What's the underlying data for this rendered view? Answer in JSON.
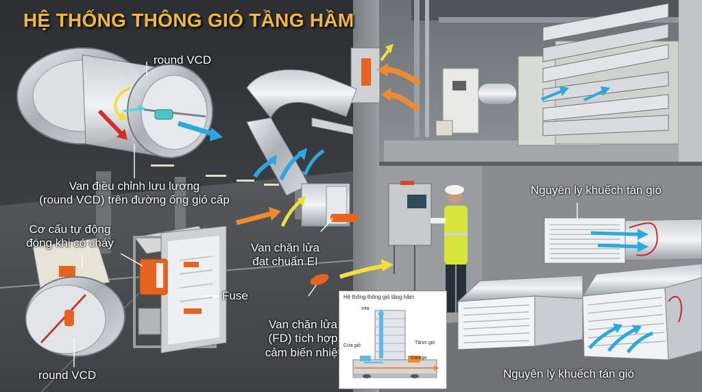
{
  "title": "HỆ THỐNG THÔNG GIÓ TẦNG HẦM",
  "labels": {
    "round_vcd_top": "round VCD",
    "vcd_desc_line1": "Van điều chỉnh lưu lượng",
    "vcd_desc_line2": "(round VCD) trên đường ống gió cấp",
    "auto_close_line1": "Cơ cấu tự động",
    "auto_close_line2": "đóng khi có cháy",
    "fuse": "Fuse",
    "round_vcd_bottom": "round VCD",
    "fire_damper_ei_line1": "Van chặn lửa",
    "fire_damper_ei_line2": "đạt chuẩn EI",
    "fd_sensor_line1": "Van chặn lửa",
    "fd_sensor_line2": "(FD) tích hợp",
    "fd_sensor_line3": "cảm biến nhiệt",
    "diffusion_top": "Nguyên lý khuếch tán gió",
    "diffusion_bottom": "Nguyên lý khuếch tán gió"
  },
  "mini_diagram": {
    "title": "Hệ thống thông gió tầng hầm",
    "inta": "Inta",
    "cua_gio": "Cửa gió",
    "tam_gio": "Tânm gió",
    "garage": "Garage"
  },
  "colors": {
    "title": "#f3b73a",
    "airflow_blue": "#2aa8e0",
    "airflow_orange": "#f08a2c",
    "airflow_yellow": "#f2e03a",
    "damper_orange": "#e8641e",
    "panel_grey": "#d8dadb"
  }
}
